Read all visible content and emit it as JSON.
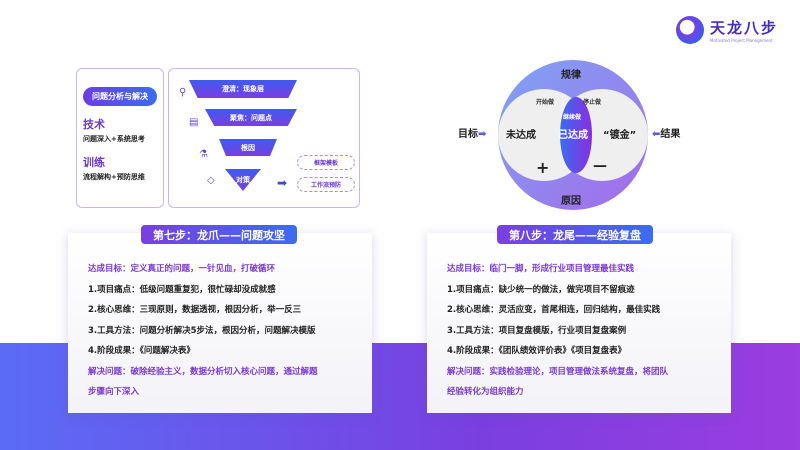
{
  "brand": {
    "name": "天龙八步",
    "subtitle": "Motivated Project Management"
  },
  "left_panel": {
    "pill": "问题分析与解决",
    "h1": "技术",
    "s1": "问题深入+系统思考",
    "h2": "训练",
    "s2": "流程解构+预防思维"
  },
  "funnel": {
    "tiers": [
      "澄清：现象层",
      "聚焦：问题点",
      "根因",
      "对策"
    ],
    "tags": [
      "框架模板",
      "工作流预防"
    ]
  },
  "venn": {
    "top": "规律",
    "bottom": "原因",
    "left": "目标",
    "right": "结果",
    "left_area": "未达成",
    "center": "已达成",
    "right_area": "“镀金”",
    "top_left": "开始做",
    "top_right": "停止做",
    "center_top": "继续做",
    "plus": "+",
    "minus": "—"
  },
  "cards": [
    {
      "title": "第七步：龙爪——问题攻坚",
      "lines": [
        "达成目标：定义真正的问题，一针见血，打破循环",
        "1.项目痛点：低级问题重复犯，很忙碌却没成就感",
        "2.核心思维：三现原则，数据透视，根因分析，举一反三",
        "3.工具方法：问题分析解决5步法，根因分析，问题解决模版",
        "4.阶段成果：《问题解决表》",
        "解决问题：破除经验主义，数据分析切入核心问题，通过解题",
        "步骤向下深入"
      ]
    },
    {
      "title": "第八步：龙尾——经验复盘",
      "lines": [
        "达成目标：临门一脚，形成行业项目管理最佳实践",
        "1.项目痛点：缺少统一的做法，做完项目不留痕迹",
        "2.核心思维：灵活应变，首尾相连，回归结构，最佳实践",
        "3.工具方法：项目复盘模版，行业项目复盘案例",
        "4.阶段成果：《团队绩效评价表》《项目复盘表》",
        "解决问题：实践检验理论，项目管理做法系统复盘，将团队",
        "经验转化为组织能力"
      ]
    }
  ]
}
